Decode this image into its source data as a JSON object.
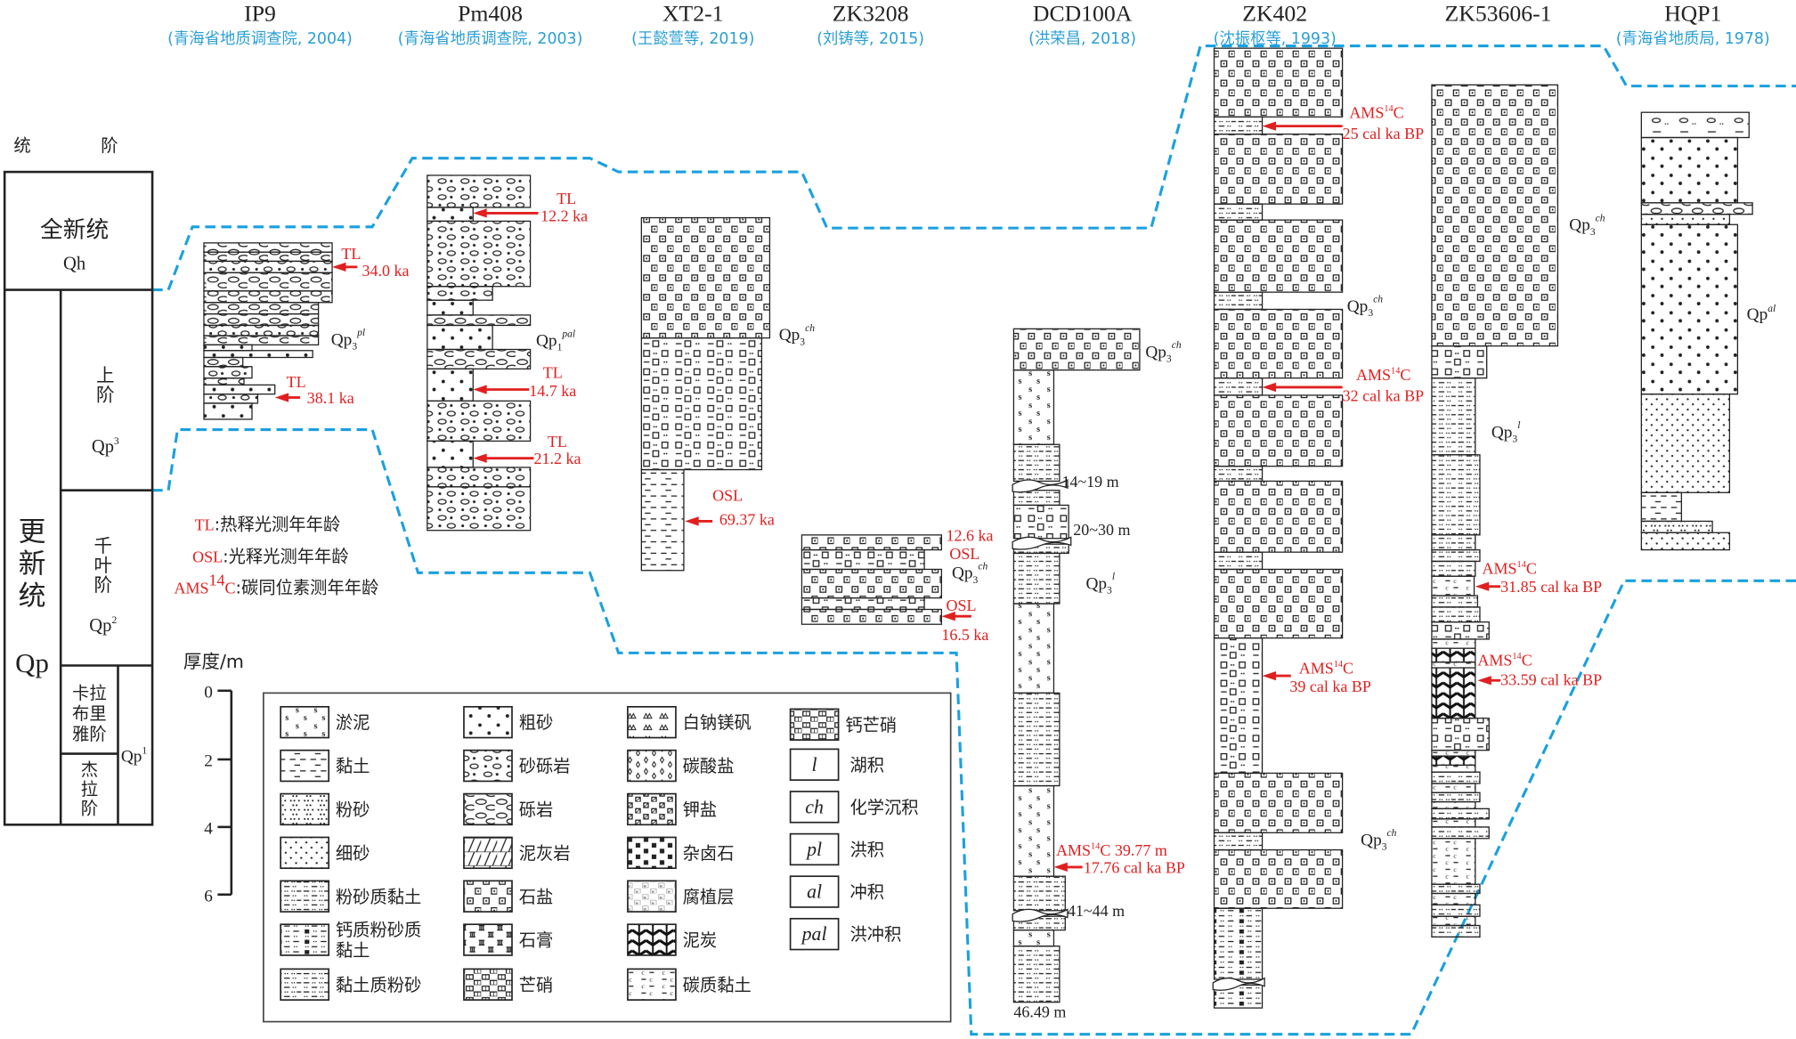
{
  "columns": [
    {
      "name": "IP9",
      "source": "(青海省地质调查院, 2004)"
    },
    {
      "name": "Pm408",
      "source": "(青海省地质调查院, 2003)"
    },
    {
      "name": "XT2-1",
      "source": "(王懿萱等, 2019)"
    },
    {
      "name": "ZK3208",
      "source": "(刘铸等, 2015)"
    },
    {
      "name": "DCD100A",
      "source": "(洪荣昌, 2018)"
    },
    {
      "name": "ZK402",
      "source": "(沈振枢等, 1993)"
    },
    {
      "name": "ZK53606-1"
    },
    {
      "name": "HQP1",
      "source": "(青海省地质局, 1978)"
    }
  ],
  "strat": {
    "header_series": "统",
    "header_stage": "阶",
    "holocene": "全新统",
    "holocene_code": "Qh",
    "pleistocene": [
      "更",
      "新",
      "统"
    ],
    "pleistocene_code": "Qp",
    "upper": [
      "上",
      "阶"
    ],
    "upper_code": "Qp",
    "upper_sup": "3",
    "chibanian": [
      "千",
      "叶",
      "阶"
    ],
    "chibanian_code": "Qp",
    "chibanian_sup": "2",
    "calabrian": [
      "卡拉",
      "布里",
      "雅阶"
    ],
    "gelasian": [
      "杰",
      "拉",
      "阶"
    ],
    "lower_code": "Qp",
    "lower_sup": "1"
  },
  "dating_legend": [
    {
      "method": "TL",
      "text": ":热释光测年年龄"
    },
    {
      "method": "OSL",
      "text": ":光释光测年年龄"
    },
    {
      "method": "AMS",
      "sup": "14",
      "method2": "C",
      "text": ":碳同位素测年年龄"
    }
  ],
  "scale": {
    "title": "厚度/m",
    "ticks": [
      "0",
      "2",
      "4",
      "6"
    ]
  },
  "labels": {
    "ip9_tl1": "TL",
    "ip9_age1": "34.0  ka",
    "ip9_tl2": "TL",
    "ip9_age2": "38.1  ka",
    "ip9_unit": {
      "base": "Qp",
      "sub": "3",
      "sup": "pl"
    },
    "pm_tl1": "TL",
    "pm_age1": "12.2  ka",
    "pm_tl2": "TL",
    "pm_age2": "14.7  ka",
    "pm_tl3": "TL",
    "pm_age3": "21.2  ka",
    "pm_unit": {
      "base": "Qp",
      "sub": "1",
      "sup": "pal"
    },
    "xt_unit": {
      "base": "Qp",
      "sub": "3",
      "sup": "ch"
    },
    "xt_osl": "OSL",
    "xt_age": "69.37  ka",
    "zk3208_age1": "12.6 ka",
    "zk3208_osl1": "OSL",
    "zk3208_unit": {
      "base": "Qp",
      "sub": "3",
      "sup": "ch"
    },
    "zk3208_osl2": "OSL",
    "zk3208_age2": "16.5  ka",
    "dcd_unit1": {
      "base": "Qp",
      "sub": "3",
      "sup": "ch"
    },
    "dcd_gap1": "14~19 m",
    "dcd_gap2": "20~30 m",
    "dcd_unit2": {
      "base": "Qp",
      "sub": "3",
      "sup": "l"
    },
    "dcd_ams": "AMS",
    "dcd_ams_sup": "14",
    "dcd_ams_c": "C 39.77 m",
    "dcd_age": "17.76  cal ka BP",
    "dcd_gap3": "41~44 m",
    "dcd_depth": "46.49 m",
    "zk402_ams1": "AMS",
    "zk402_ams1_sup": "14",
    "zk402_ams1_c": "C",
    "zk402_age1": "25  cal ka BP",
    "zk402_unit1": {
      "base": "Qp",
      "sub": "3",
      "sup": "ch"
    },
    "zk402_ams2": "AMS",
    "zk402_ams2_sup": "14",
    "zk402_ams2_c": "C",
    "zk402_age2": "32  cal ka BP",
    "zk402_ams3": "AMS",
    "zk402_ams3_sup": "14",
    "zk402_ams3_c": "C",
    "zk402_age3": "39  cal ka BP",
    "zk402_unit2": {
      "base": "Qp",
      "sub": "3",
      "sup": "ch"
    },
    "zk536_unit1": {
      "base": "Qp",
      "sub": "3",
      "sup": "ch"
    },
    "zk536_unit2": {
      "base": "Qp",
      "sub": "3",
      "sup": "l"
    },
    "zk536_ams1": "AMS",
    "zk536_ams1_sup": "14",
    "zk536_ams1_c": "C",
    "zk536_age1": "31.85  cal ka BP",
    "zk536_ams2": "AMS",
    "zk536_ams2_sup": "14",
    "zk536_ams2_c": "C",
    "zk536_age2": "33.59  cal ka BP",
    "hqp_unit": {
      "base": "Qp",
      "sup": "al"
    }
  },
  "legend": [
    {
      "label": "淤泥"
    },
    {
      "label": "黏土"
    },
    {
      "label": "粉砂"
    },
    {
      "label": "细砂"
    },
    {
      "label": "粉砂质黏土"
    },
    {
      "label": "钙质粉砂质",
      "label2": "黏土"
    },
    {
      "label": "黏土质粉砂"
    },
    {
      "label": "粗砂"
    },
    {
      "label": "砂砾岩"
    },
    {
      "label": "砾岩"
    },
    {
      "label": "泥灰岩"
    },
    {
      "label": "石盐"
    },
    {
      "label": "石膏"
    },
    {
      "label": "芒硝"
    },
    {
      "label": "白钠镁矾"
    },
    {
      "label": "碳酸盐"
    },
    {
      "label": "钾盐"
    },
    {
      "label": "杂卤石"
    },
    {
      "label": "腐植层"
    },
    {
      "label": "泥炭"
    },
    {
      "label": "碳质黏土"
    },
    {
      "label": "钙芒硝"
    },
    {
      "code": "l",
      "label": "湖积"
    },
    {
      "code": "ch",
      "label": "化学沉积"
    },
    {
      "code": "pl",
      "label": "洪积"
    },
    {
      "code": "al",
      "label": "冲积"
    },
    {
      "code": "pal",
      "label": "洪冲积"
    }
  ],
  "colors": {
    "boundary": "#1aa0e0",
    "dating": "#e02020",
    "source": "#2a9fd6"
  }
}
